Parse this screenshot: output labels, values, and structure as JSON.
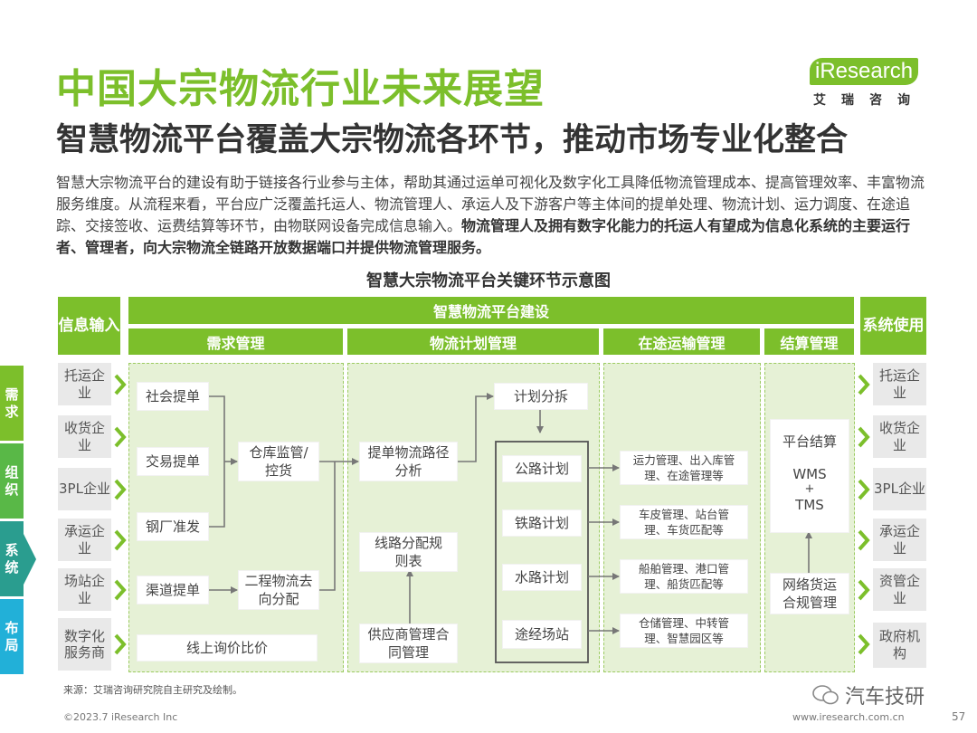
{
  "header": {
    "title": "中国大宗物流行业未来展望",
    "subtitle": "智慧物流平台覆盖大宗物流各环节，推动市场专业化整合"
  },
  "logo": {
    "brand": "iResearch",
    "cn": "艾瑞咨询"
  },
  "paragraph": {
    "normal": "智慧大宗物流平台的建设有助于链接各行业参与主体，帮助其通过运单可视化及数字化工具降低物流管理成本、提高管理效率、丰富物流服务维度。从流程来看，平台应广泛覆盖托运人、物流管理人、承运人及下游客户等主体间的提单处理、物流计划、运力调度、在途追踪、交接签收、运费结算等环节，由物联网设备完成信息输入。",
    "bold": "物流管理人及拥有数字化能力的托运人有望成为信息化系统的主要运行者、管理者，向大宗物流全链路开放数据端口并提供物流管理服务。"
  },
  "diagram": {
    "title": "智慧大宗物流平台关键环节示意图",
    "input_header": "信息输入",
    "output_header": "系统使用",
    "platform_header": "智慧物流平台建设",
    "sections": {
      "demand": "需求管理",
      "plan": "物流计划管理",
      "transit": "在途运输管理",
      "settle": "结算管理"
    },
    "inputs": [
      "托运企业",
      "收货企业",
      "3PL企业",
      "承运企业",
      "场站企业",
      "数字化服务商"
    ],
    "outputs": [
      "托运企业",
      "收货企业",
      "3PL企业",
      "承运企业",
      "资管企业",
      "政府机构"
    ],
    "demand": {
      "social": "社会提单",
      "trade": "交易提单",
      "mill": "钢厂准发",
      "channel": "渠道提单",
      "warehouse": "仓库监管/控货",
      "secondary": "二程物流去向分配",
      "inquiry": "线上询价比价"
    },
    "plan": {
      "route_analysis": "提单物流路径分析",
      "route_table": "线路分配规则表",
      "supplier": "供应商管理合同管理",
      "split": "计划分拆",
      "road": "公路计划",
      "rail": "铁路计划",
      "water": "水路计划",
      "station": "途经场站"
    },
    "transit": {
      "t1": "运力管理、出入库管理、在途管理等",
      "t2": "车皮管理、站台管理、车货匹配等",
      "t3": "船舶管理、港口管理、船货匹配等",
      "t4": "仓储管理、中转管理、智慧园区等"
    },
    "settle": {
      "platform": "平台结算",
      "wms": "WMS",
      "plus": "+",
      "tms": "TMS",
      "compliance": "网络货运合规管理"
    }
  },
  "side_tabs": [
    {
      "label": "需求",
      "color": "#7cbf2b"
    },
    {
      "label": "组织",
      "color": "#59b847"
    },
    {
      "label": "系统",
      "color": "#2a9d8f"
    },
    {
      "label": "布局",
      "color": "#22b0d8"
    }
  ],
  "footer": {
    "source": "来源：艾瑞咨询研究院自主研究及绘制。",
    "copyright": "©2023.7 iResearch Inc",
    "site": "www.iresearch.com.cn",
    "page": "57",
    "wechat": "汽车技研"
  },
  "colors": {
    "accent": "#7cbf2b",
    "panel": "#e6f1d6",
    "grey": "#e9e9e9"
  }
}
